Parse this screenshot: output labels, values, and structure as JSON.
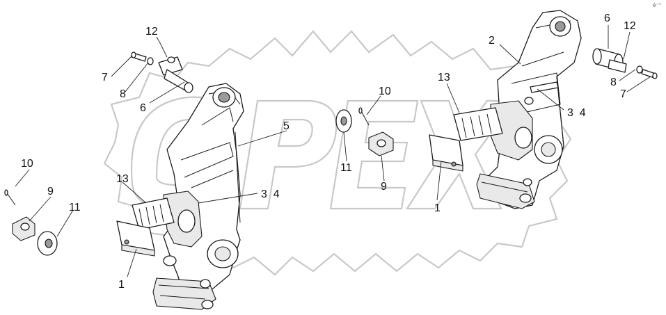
{
  "watermark": {
    "text": "OPEX",
    "gear_color": "#c8c8c8"
  },
  "corner_mark": "é⁻’ⁱ",
  "callouts": {
    "left": [
      {
        "id": "l12",
        "text": "12"
      },
      {
        "id": "l7",
        "text": "7"
      },
      {
        "id": "l8",
        "text": "8"
      },
      {
        "id": "l6",
        "text": "6"
      },
      {
        "id": "l5",
        "text": "5"
      },
      {
        "id": "l10",
        "text": "10"
      },
      {
        "id": "l9",
        "text": "9"
      },
      {
        "id": "l11",
        "text": "11"
      },
      {
        "id": "l13",
        "text": "13"
      },
      {
        "id": "l34",
        "text": "3  4"
      },
      {
        "id": "l1",
        "text": "1"
      }
    ],
    "right": [
      {
        "id": "r2",
        "text": "2"
      },
      {
        "id": "r6",
        "text": "6"
      },
      {
        "id": "r12",
        "text": "12"
      },
      {
        "id": "r8",
        "text": "8"
      },
      {
        "id": "r7",
        "text": "7"
      },
      {
        "id": "r13",
        "text": "13"
      },
      {
        "id": "r10",
        "text": "10"
      },
      {
        "id": "r34",
        "text": "3  4"
      },
      {
        "id": "r11",
        "text": "11"
      },
      {
        "id": "r9",
        "text": "9"
      },
      {
        "id": "r1",
        "text": "1"
      }
    ]
  }
}
